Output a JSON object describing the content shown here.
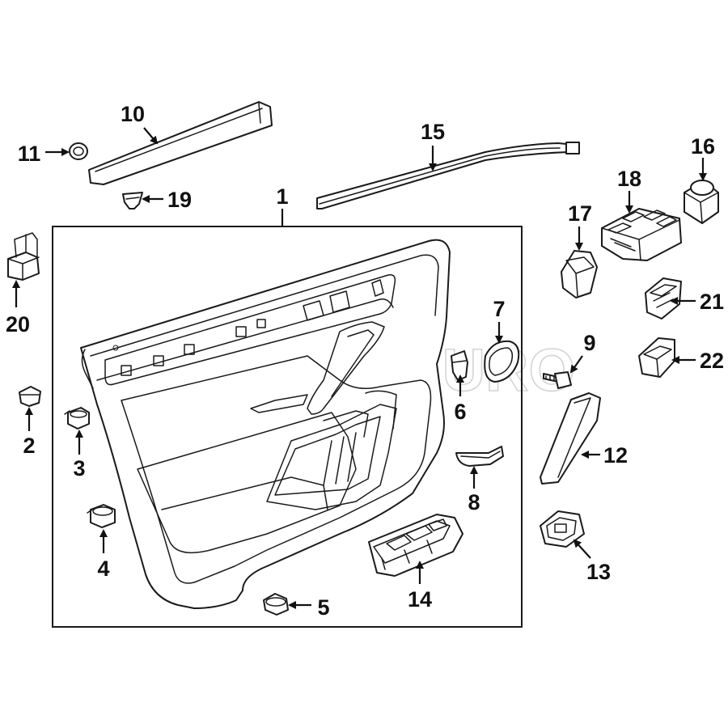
{
  "diagram": {
    "watermark": "FCP EURO",
    "callouts": {
      "c1": "1",
      "c2": "2",
      "c3": "3",
      "c4": "4",
      "c5": "5",
      "c6": "6",
      "c7": "7",
      "c8": "8",
      "c9": "9",
      "c10": "10",
      "c11": "11",
      "c12": "12",
      "c13": "13",
      "c14": "14",
      "c15": "15",
      "c16": "16",
      "c17": "17",
      "c18": "18",
      "c19": "19",
      "c20": "20",
      "c21": "21",
      "c22": "22"
    }
  },
  "colors": {
    "line": "#1a1a1a",
    "watermark": "#d0d0d0",
    "background": "#ffffff"
  }
}
